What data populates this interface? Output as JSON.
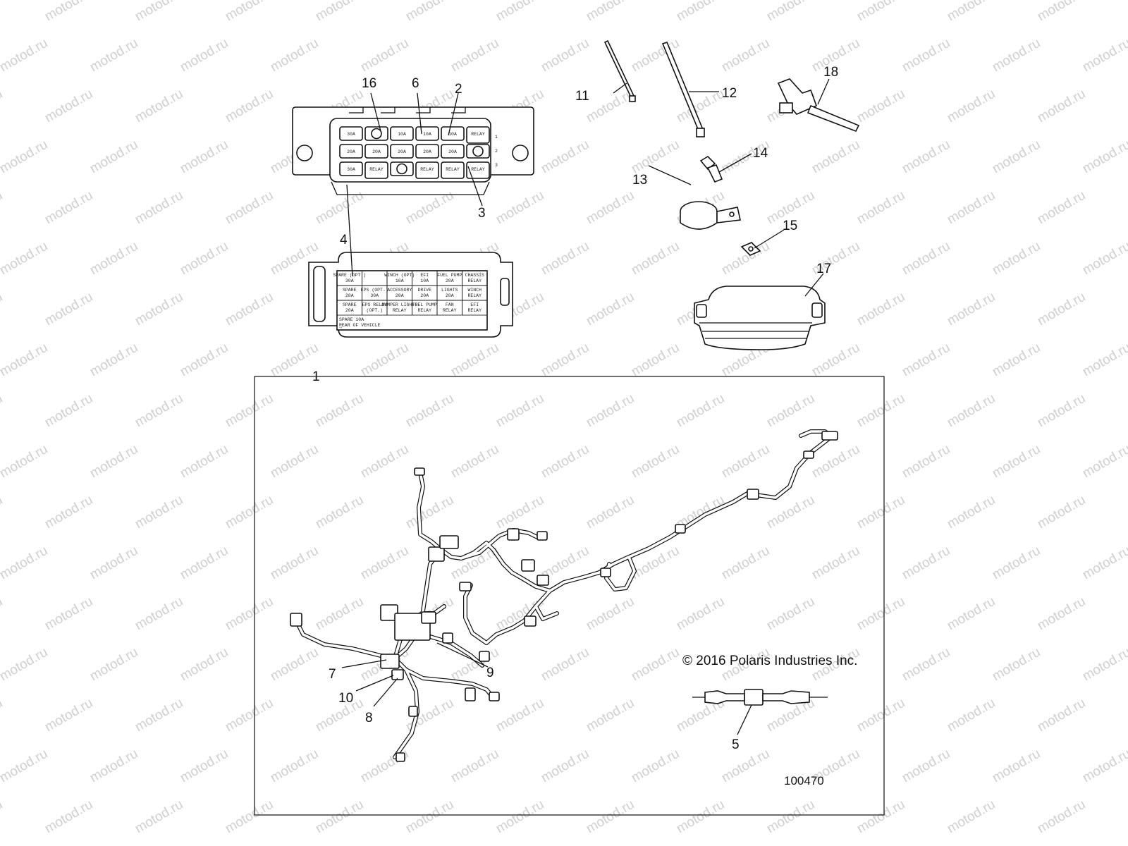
{
  "watermark": {
    "text": "motod.ru"
  },
  "copyright": "© 2016 Polaris Industries Inc.",
  "figure_number": "100470",
  "callouts": [
    {
      "id": "1",
      "part": "wiring-harness"
    },
    {
      "id": "2",
      "part": "fuse"
    },
    {
      "id": "3",
      "part": "relay"
    },
    {
      "id": "4",
      "part": "fuse-box-cover-label"
    },
    {
      "id": "5",
      "part": "inline-fuse-holder"
    },
    {
      "id": "6",
      "part": "fuse"
    },
    {
      "id": "7",
      "part": "harness-connector"
    },
    {
      "id": "8",
      "part": "harness-connector"
    },
    {
      "id": "9",
      "part": "harness-connector"
    },
    {
      "id": "10",
      "part": "harness-connector"
    },
    {
      "id": "11",
      "part": "cable-tie-small"
    },
    {
      "id": "12",
      "part": "cable-tie-large"
    },
    {
      "id": "13",
      "part": "clamp"
    },
    {
      "id": "14",
      "part": "screw"
    },
    {
      "id": "15",
      "part": "nut"
    },
    {
      "id": "16",
      "part": "fuse"
    },
    {
      "id": "17",
      "part": "fuse-box-cover"
    },
    {
      "id": "18",
      "part": "push-mount-tie"
    }
  ],
  "fuse_block": {
    "row1": [
      "30A",
      "",
      "10A",
      "10A",
      "10A",
      "RELAY"
    ],
    "row2": [
      "20A",
      "20A",
      "20A",
      "20A",
      "20A",
      ""
    ],
    "row3": [
      "30A",
      "RELAY",
      "",
      "RELAY",
      "RELAY",
      "RELAY"
    ],
    "side_numbers": [
      "1",
      "2",
      "3"
    ]
  },
  "cover_label": {
    "r1": [
      "SPARE (OPT.) 30A",
      "",
      "WINCH (OPT) 10A",
      "EFI 10A",
      "FUEL PUMP 20A",
      "CHASSIS RELAY"
    ],
    "r2": [
      "SPARE 20A",
      "EPS (OPT.) 30A",
      "ACCESSORY 20A",
      "DRIVE 20A",
      "LIGHTS 20A",
      "WINCH RELAY"
    ],
    "r3": [
      "SPARE 20A",
      "EPS RELAY (OPT.)",
      "DUMPER LIGHTS RELAY",
      "FUEL PUMP RELAY",
      "FAN RELAY",
      "EFI RELAY"
    ],
    "r4": [
      "SPARE 10A",
      "REAR OF VEHICLE"
    ],
    "r5": [
      "→"
    ]
  }
}
